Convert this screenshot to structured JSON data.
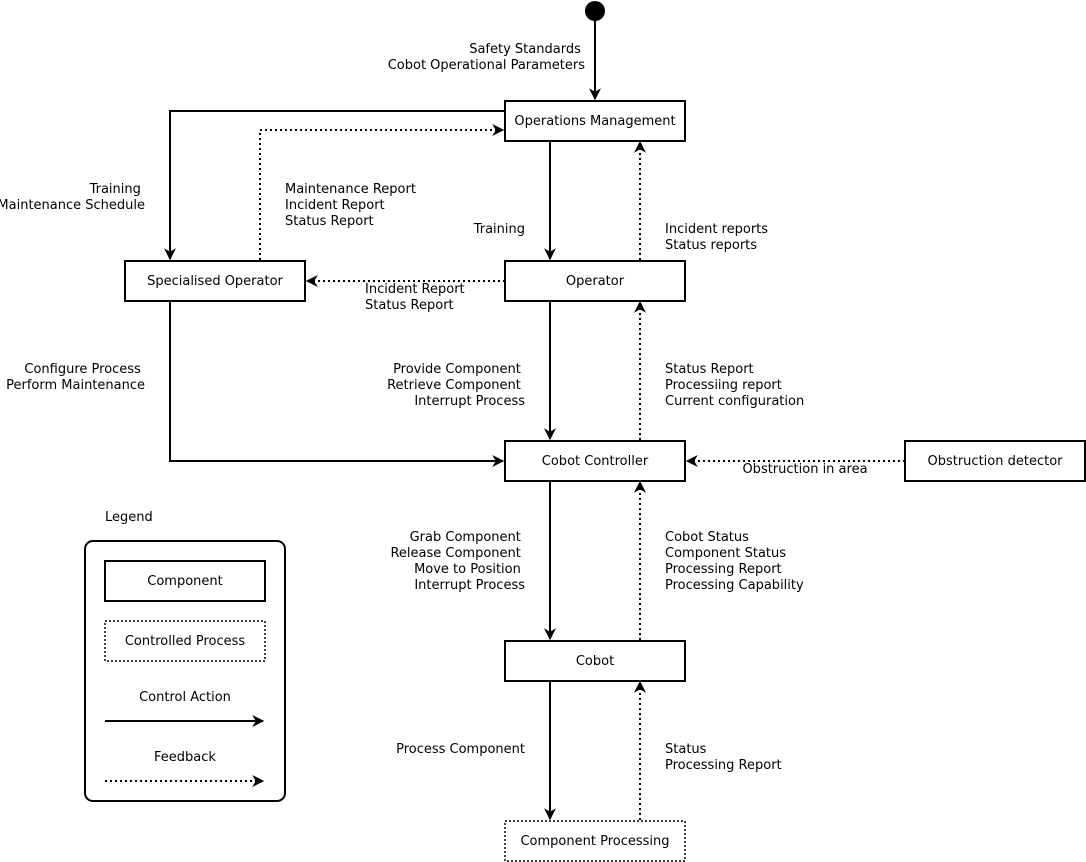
{
  "nodes": {
    "operations_management": "Operations Management",
    "specialised_operator": "Specialised Operator",
    "operator": "Operator",
    "cobot_controller": "Cobot Controller",
    "obstruction_detector": "Obstruction detector",
    "cobot": "Cobot",
    "component_processing": "Component Processing"
  },
  "labels": {
    "initial": [
      "Safety Standards",
      "Cobot Operational Parameters"
    ],
    "ops_to_specialised": [
      "Training",
      "Maintenance Schedule"
    ],
    "specialised_to_ops": [
      "Maintenance Report",
      "Incident Report",
      "Status Report"
    ],
    "ops_to_operator": [
      "Training"
    ],
    "operator_to_ops": [
      "Incident reports",
      "Status reports"
    ],
    "operator_to_specialised": [
      "Incident Report",
      "Status Report"
    ],
    "specialised_to_controller": [
      "Configure Process",
      "Perform Maintenance"
    ],
    "operator_to_controller": [
      "Provide Component",
      "Retrieve Component",
      "Interrupt Process"
    ],
    "controller_to_operator": [
      "Status Report",
      "Processiing report",
      "Current configuration"
    ],
    "detector_to_controller": [
      "Obstruction in area"
    ],
    "controller_to_cobot": [
      "Grab Component",
      "Release Component",
      "Move to Position",
      "Interrupt Process"
    ],
    "cobot_to_controller": [
      "Cobot Status",
      "Component Status",
      "Processing Report",
      "Processing Capability"
    ],
    "cobot_to_processing": [
      "Process Component"
    ],
    "processing_to_cobot": [
      "Status",
      "Processing Report"
    ]
  },
  "legend": {
    "title": "Legend",
    "component": "Component",
    "controlled_process": "Controlled Process",
    "control_action": "Control Action",
    "feedback": "Feedback"
  }
}
